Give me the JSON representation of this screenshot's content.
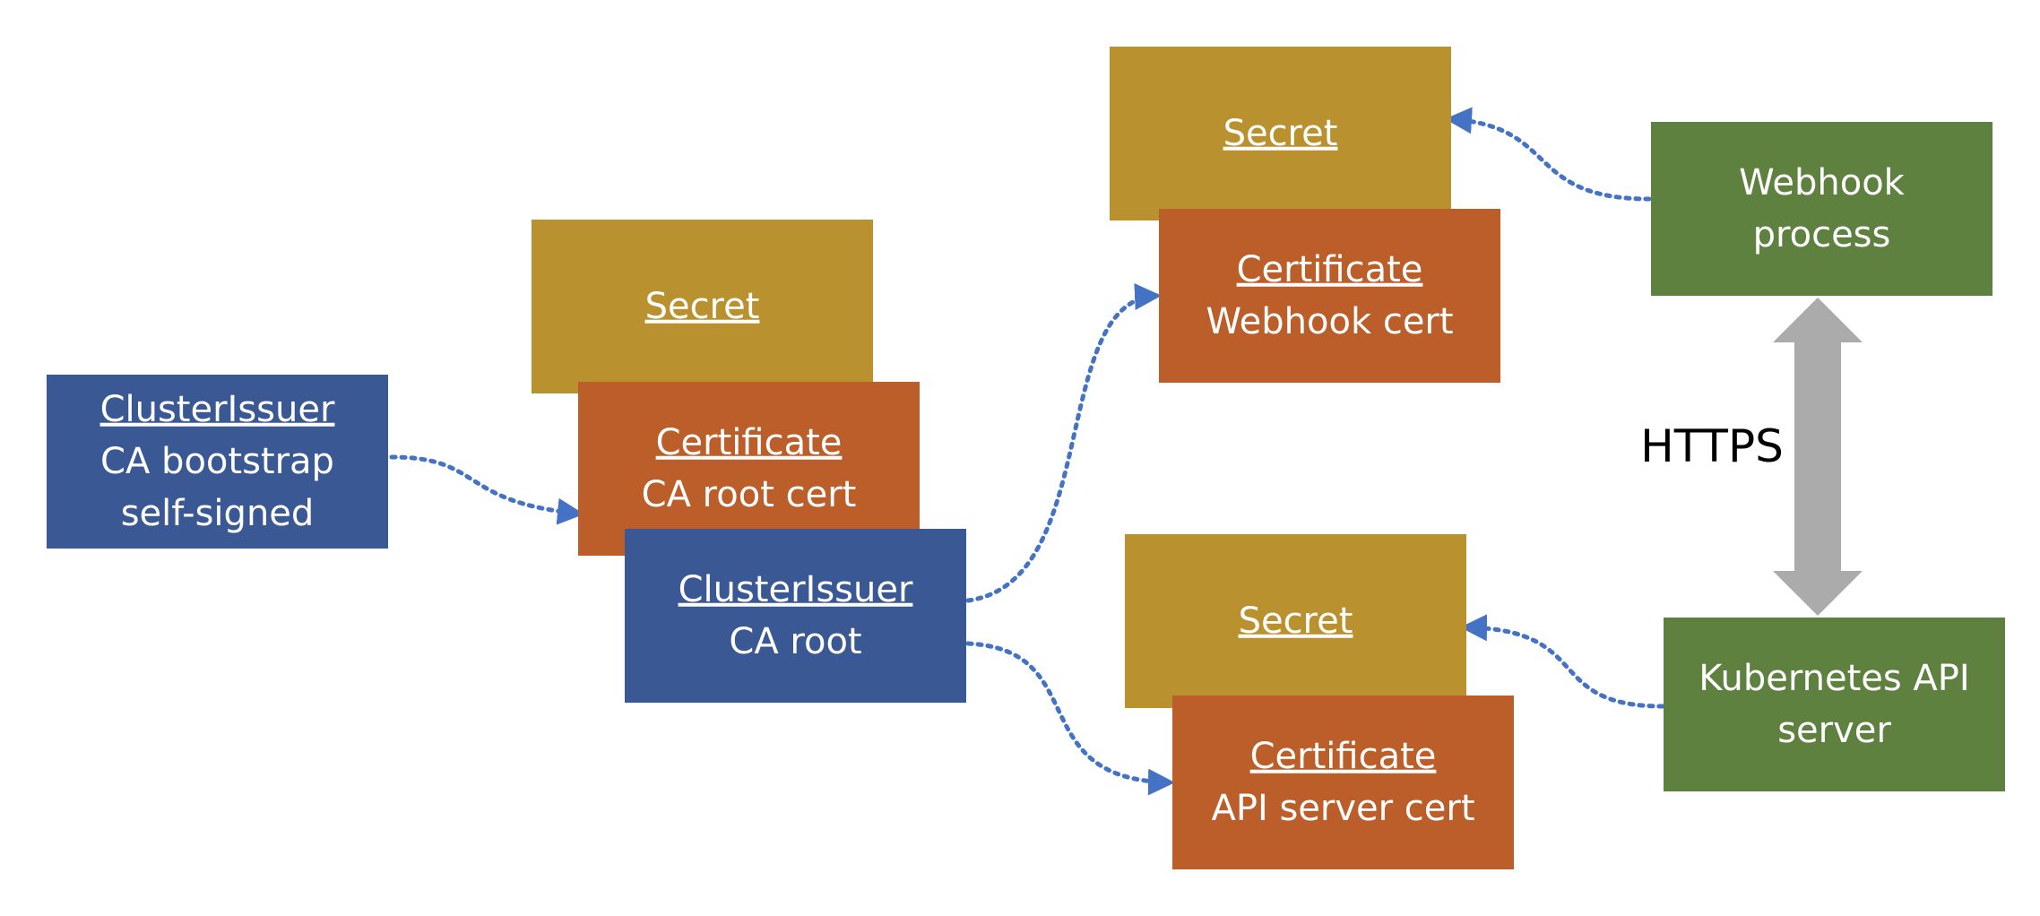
{
  "colors": {
    "blue": "#3A5894",
    "gold": "#B9912F",
    "orange": "#BC5E29",
    "green": "#5E8140",
    "arrow": "#4472C4",
    "https_arrow": "#ABABAB",
    "text_light": "#FFFFFF",
    "text_dark": "#000000"
  },
  "nodes": {
    "ca_bootstrap": {
      "kind": "blue",
      "title": "ClusterIssuer",
      "lines": [
        "CA bootstrap",
        "self-signed"
      ]
    },
    "ca_root_secret": {
      "kind": "gold",
      "title": "Secret",
      "lines": []
    },
    "ca_root_cert": {
      "kind": "orange",
      "title": "Certificate",
      "lines": [
        "CA root cert"
      ]
    },
    "ca_root_issuer": {
      "kind": "blue",
      "title": "ClusterIssuer",
      "lines": [
        "CA root"
      ]
    },
    "webhook_secret": {
      "kind": "gold",
      "title": "Secret",
      "lines": []
    },
    "webhook_cert": {
      "kind": "orange",
      "title": "Certificate",
      "lines": [
        "Webhook cert"
      ]
    },
    "api_secret": {
      "kind": "gold",
      "title": "Secret",
      "lines": []
    },
    "api_cert": {
      "kind": "orange",
      "title": "Certificate",
      "lines": [
        "API server cert"
      ]
    },
    "webhook_process": {
      "kind": "green",
      "title": "",
      "lines": [
        "Webhook",
        "process"
      ]
    },
    "kube_api": {
      "kind": "green",
      "title": "",
      "lines": [
        "Kubernetes API",
        "server"
      ]
    }
  },
  "edges": [
    {
      "from": "ca_bootstrap",
      "to": "ca_root_cert"
    },
    {
      "from": "ca_root_issuer",
      "to": "webhook_cert"
    },
    {
      "from": "ca_root_issuer",
      "to": "api_cert"
    },
    {
      "from": "webhook_process",
      "to": "webhook_secret"
    },
    {
      "from": "kube_api",
      "to": "api_secret"
    }
  ],
  "https_link": {
    "label": "HTTPS",
    "between": [
      "webhook_process",
      "kube_api"
    ]
  }
}
